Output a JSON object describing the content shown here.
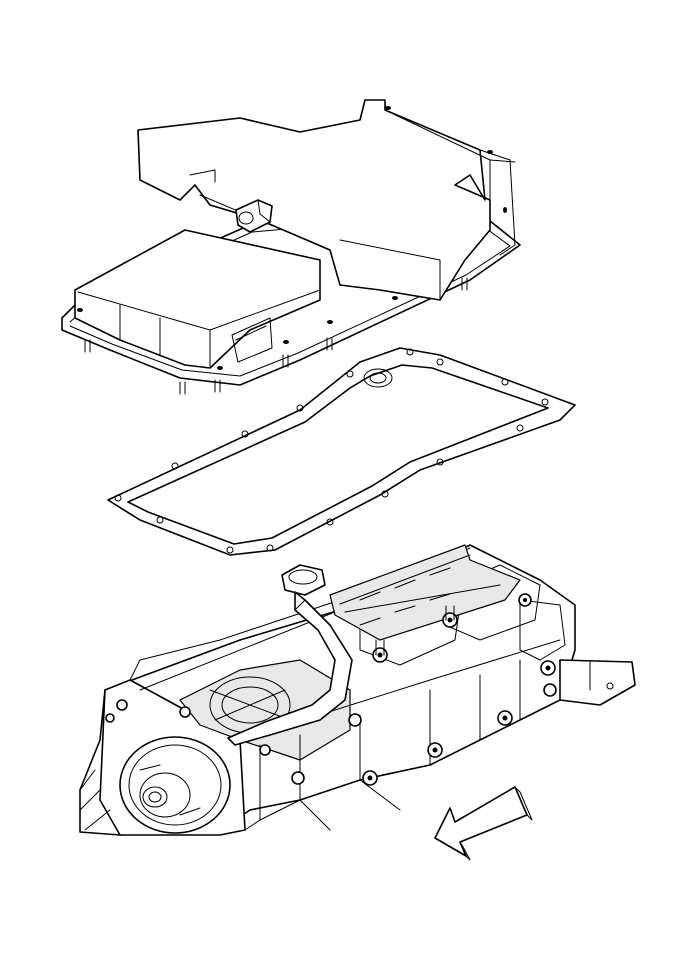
{
  "diagram": {
    "parts": [
      {
        "id": "oil-pan",
        "icon": "oil-pan-icon"
      },
      {
        "id": "oil-pan-gasket",
        "icon": "gasket-icon"
      },
      {
        "id": "engine-block",
        "icon": "engine-block-icon"
      },
      {
        "id": "direction-arrow",
        "icon": "arrow-left-down-icon"
      }
    ],
    "line_color": "#000000",
    "background_color": "#ffffff"
  }
}
